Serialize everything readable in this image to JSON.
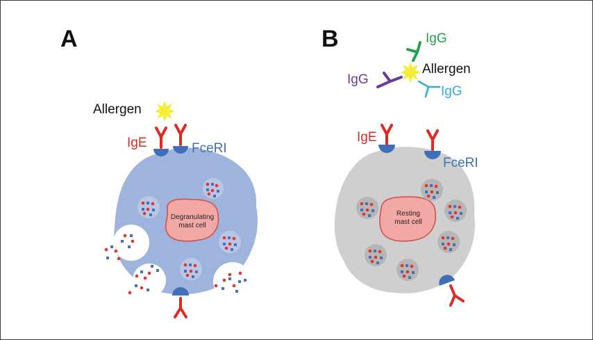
{
  "colors": {
    "cell_a": "#9fb4dc",
    "cell_b": "#cfcfcf",
    "nucleus": "#f2a9a6",
    "nucleus_border": "#d14a44",
    "receptor": "#3f6fb6",
    "ige": "#dd2a22",
    "allergen": "#f4ee3a",
    "igg_green": "#22a04c",
    "igg_purple": "#6b3a9c",
    "igg_cyan": "#33a8dc",
    "granule_red": "#e3342b",
    "granule_blue": "#4a6fb8"
  },
  "panelA": {
    "letter": "A",
    "allergen_label": "Allergen",
    "ige_label": "IgE",
    "receptor_label": "FceRI",
    "nucleus_line1": "Degranulating",
    "nucleus_line2": "mast cell"
  },
  "panelB": {
    "letter": "B",
    "igg_top": "IgG",
    "igg_left": "IgG",
    "igg_right": "IgG",
    "allergen_label": "Allergen",
    "ige_label": "IgE",
    "receptor_label": "FceRI",
    "nucleus_line1": "Resting",
    "nucleus_line2": "mast cell"
  }
}
